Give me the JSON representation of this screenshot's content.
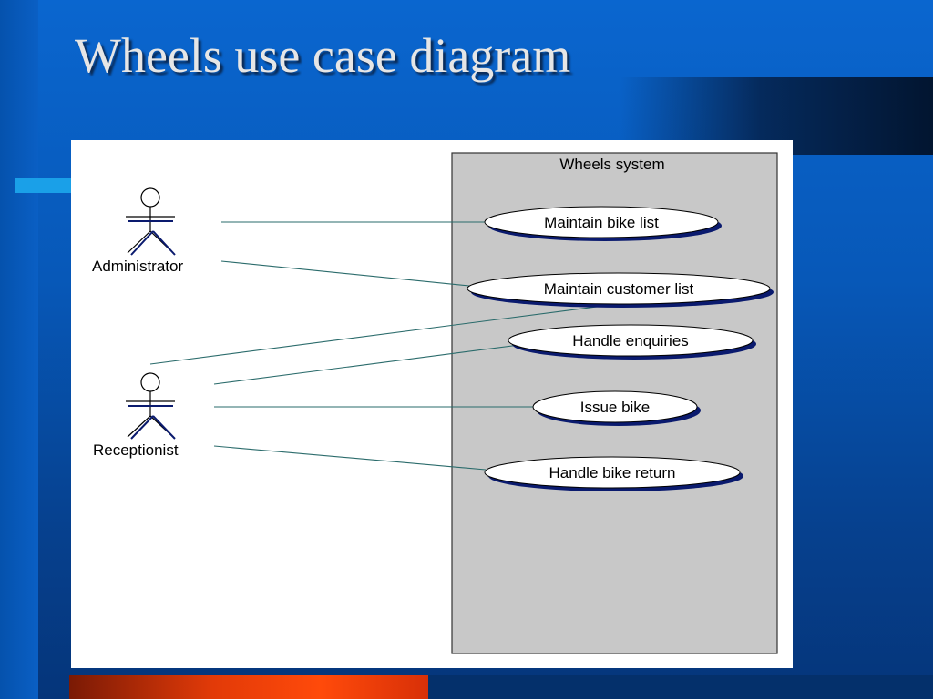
{
  "slide": {
    "title": "Wheels use case diagram"
  },
  "diagram": {
    "system_label": "Wheels system",
    "actors": [
      {
        "id": "admin",
        "label": "Administrator"
      },
      {
        "id": "recep",
        "label": "Receptionist"
      }
    ],
    "use_cases": [
      {
        "id": "uc1",
        "label": "Maintain bike list"
      },
      {
        "id": "uc2",
        "label": "Maintain customer list"
      },
      {
        "id": "uc3",
        "label": "Handle enquiries"
      },
      {
        "id": "uc4",
        "label": "Issue bike"
      },
      {
        "id": "uc5",
        "label": "Handle bike return"
      }
    ],
    "associations": [
      {
        "actor": "admin",
        "use_case": "uc1"
      },
      {
        "actor": "admin",
        "use_case": "uc2"
      },
      {
        "actor": "recep",
        "use_case": "uc2"
      },
      {
        "actor": "recep",
        "use_case": "uc3"
      },
      {
        "actor": "recep",
        "use_case": "uc4"
      },
      {
        "actor": "recep",
        "use_case": "uc5"
      }
    ]
  },
  "colors": {
    "ellipse_shadow": "#0a1a6e",
    "system_fill": "#c8c8c8",
    "line": "#2a6b6b"
  }
}
